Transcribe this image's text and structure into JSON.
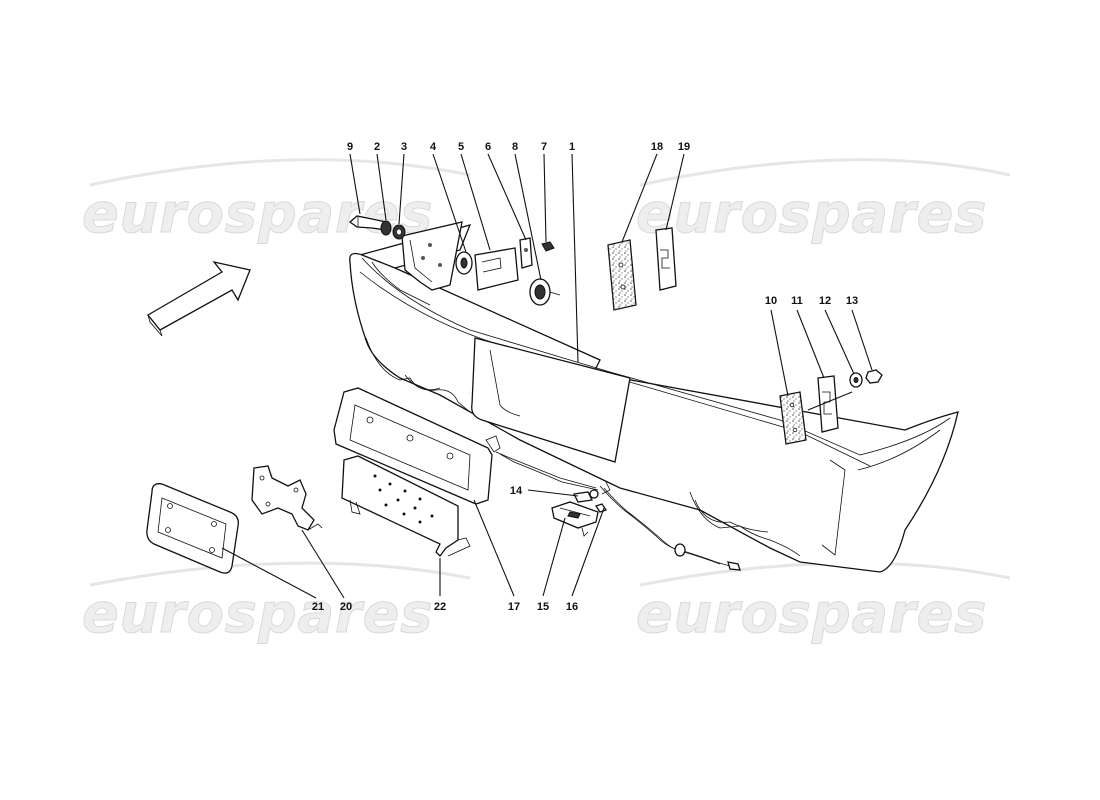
{
  "watermark": {
    "text": "eurospares",
    "copies": 4
  },
  "callouts": {
    "p1": "1",
    "p2": "2",
    "p3": "3",
    "p4": "4",
    "p5": "5",
    "p6": "6",
    "p7": "7",
    "p8": "8",
    "p9": "9",
    "p10": "10",
    "p11": "11",
    "p12": "12",
    "p13": "13",
    "p14": "14",
    "p15": "15",
    "p16": "16",
    "p17": "17",
    "p18": "18",
    "p19": "19",
    "p20": "20",
    "p21": "21",
    "p22": "22"
  },
  "icons": {
    "direction": "arrow-direction-icon"
  }
}
